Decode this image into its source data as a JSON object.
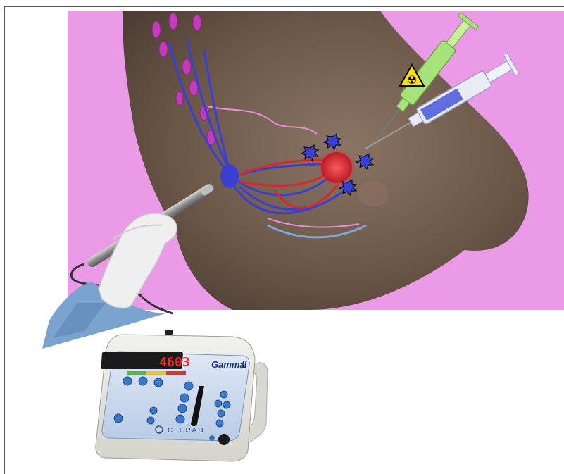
{
  "scene": {
    "background_color": "#eb9ae7",
    "skin_color": "#6e5a4d",
    "lymph_color": "#3a3fd1",
    "vessel_red": "#d42a2a",
    "tumor_color": "#e0313a",
    "tracer_green": "#a9e27a",
    "tracer_blue": "#5f6fe0"
  },
  "device": {
    "display_value": "4603",
    "brand": "Gamma",
    "model_suffix": "II",
    "manufacturer": "CLERAD",
    "radiation_symbol": "☢"
  }
}
